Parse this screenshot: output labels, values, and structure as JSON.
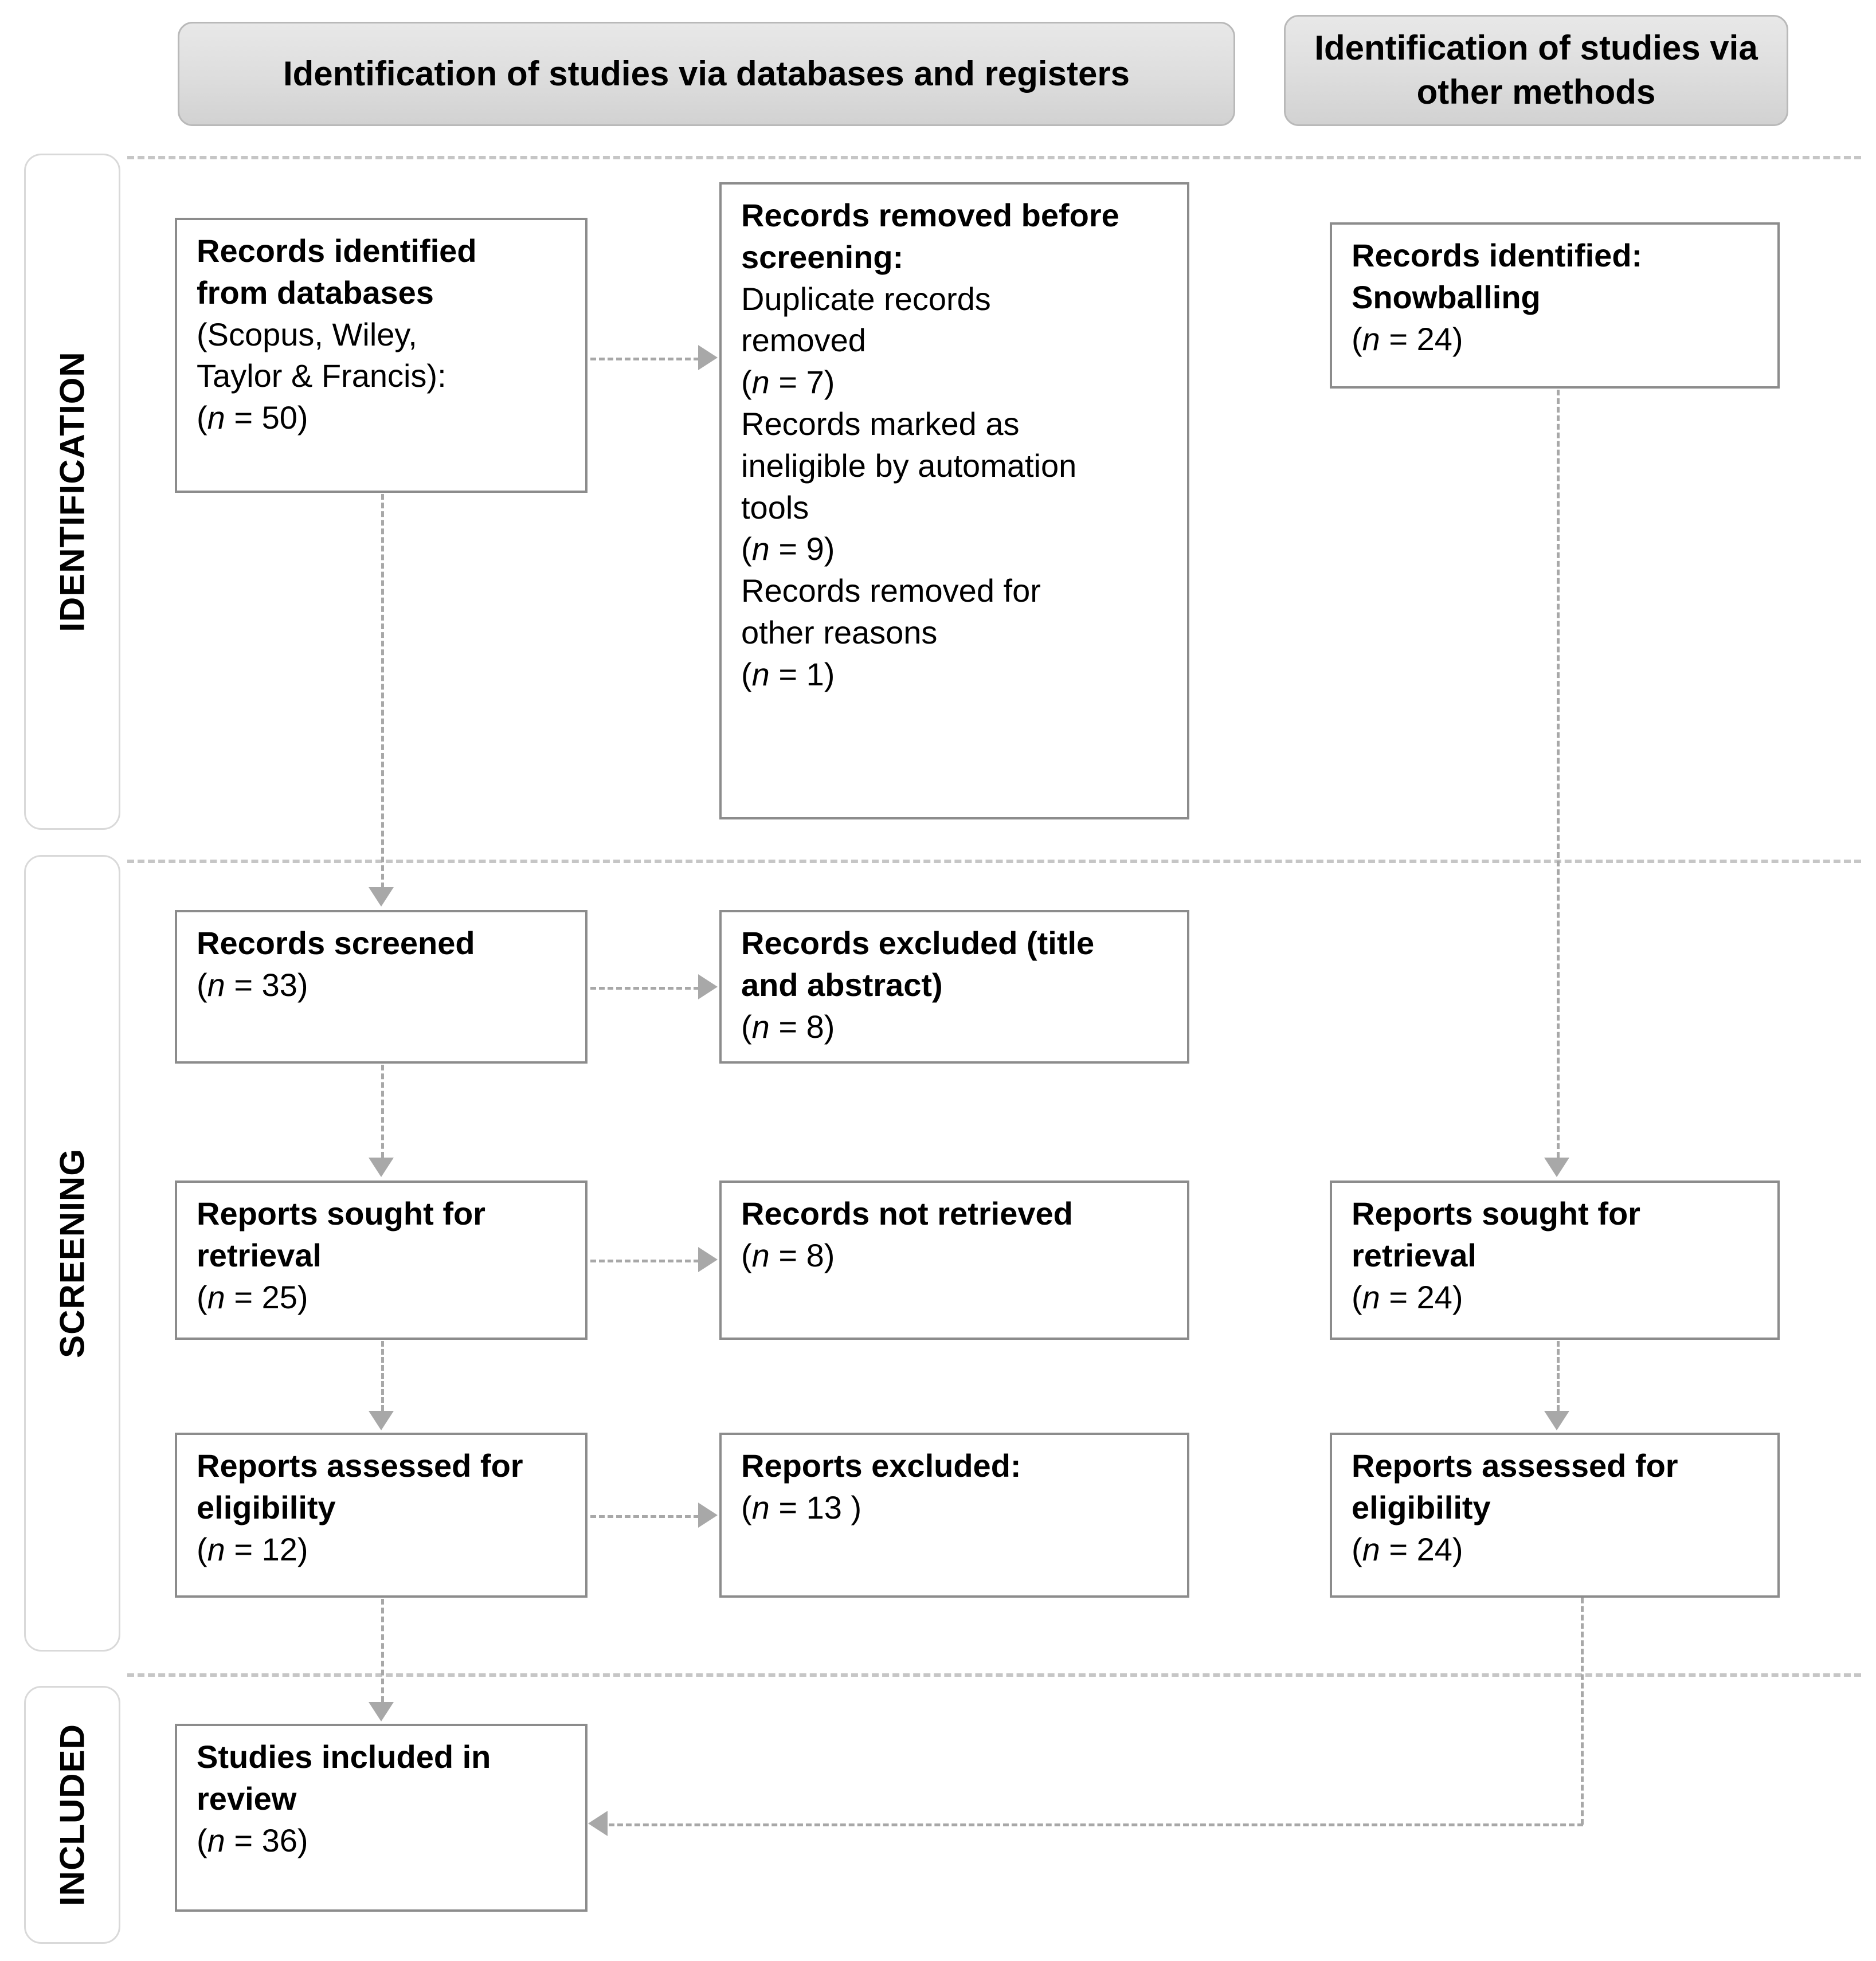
{
  "diagram": {
    "type": "prisma-flow-diagram",
    "banners": {
      "databases": "Identification of studies via databases and registers",
      "other_methods": "Identification of studies via other methods"
    },
    "phase_labels": {
      "identification": "IDENTIFICATION",
      "screening": "SCREENING",
      "included": "INCLUDED"
    },
    "boxes": {
      "db_records": {
        "l1": "Records identified",
        "l2": "from databases",
        "l3": "(Scopus, Wiley,",
        "l4": "Taylor & Francis):",
        "l5_open": "(",
        "l5_n": "n",
        "l5_close": " = 50)"
      },
      "removed_before_screening": {
        "title1": "Records removed before",
        "title2": "screening:",
        "l1": "Duplicate records",
        "l2": "removed",
        "l3_open": "(",
        "l3_n": "n",
        "l3_close": " = 7)",
        "l4": "Records marked as",
        "l5": "ineligible by automation",
        "l6": "tools",
        "l7_open": "(",
        "l7_n": "n",
        "l7_close": " = 9)",
        "l8": "Records removed for",
        "l9": "other reasons",
        "l10_open": "(",
        "l10_n": "n",
        "l10_close": " = 1)"
      },
      "snowballing": {
        "l1": "Records identified:",
        "l2": "Snowballing",
        "l3_open": "(",
        "l3_n": "n",
        "l3_close": " = 24)"
      },
      "records_screened": {
        "l1": "Records screened",
        "l2_open": "(",
        "l2_n": "n",
        "l2_close": " = 33)"
      },
      "records_excluded_ta": {
        "l1": "Records excluded (title",
        "l2": "and abstract)",
        "l3_open": "(",
        "l3_n": "n",
        "l3_close": " = 8)"
      },
      "sought_left": {
        "l1": "Reports sought for",
        "l2": "retrieval",
        "l3_open": "(",
        "l3_n": "n",
        "l3_close": " = 25)"
      },
      "not_retrieved": {
        "l1": "Records not retrieved",
        "l2_open": "(",
        "l2_n": "n",
        "l2_close": " = 8)"
      },
      "assessed_left": {
        "l1": "Reports assessed for",
        "l2": "eligibility",
        "l3_open": "(",
        "l3_n": "n",
        "l3_close": " = 12)"
      },
      "reports_excluded": {
        "l1": "Reports excluded:",
        "l2_open": "(",
        "l2_n": "n",
        "l2_close": " = 13 )"
      },
      "sought_right": {
        "l1": "Reports sought for",
        "l2": "retrieval",
        "l3_open": "(",
        "l3_n": "n",
        "l3_close": " = 24)"
      },
      "assessed_right": {
        "l1": "Reports assessed for",
        "l2": "eligibility",
        "l3_open": "(",
        "l3_n": "n",
        "l3_close": " = 24)"
      },
      "studies_included": {
        "l1": "Studies included in",
        "l2": "review",
        "l3_open": "(",
        "l3_n": "n",
        "l3_close": " = 36)"
      }
    },
    "colors": {
      "banner_fill": "#dedede",
      "banner_border": "#b9b9b9",
      "box_border": "#8c8c8c",
      "connector": "#a8a8a8",
      "divider": "#c6c6c6",
      "text": "#000000"
    }
  }
}
